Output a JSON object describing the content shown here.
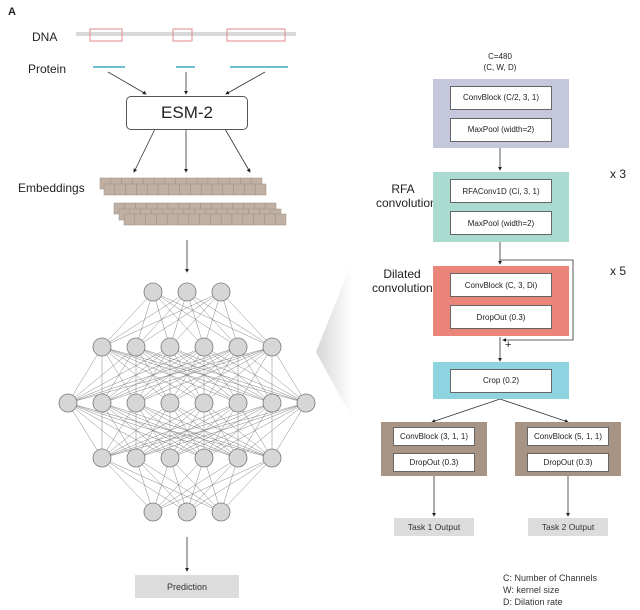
{
  "panel_label": "A",
  "left": {
    "dna_label": "DNA",
    "protein_label": "Protein",
    "esm_label": "ESM-2",
    "embeddings_label": "Embeddings",
    "prediction_label": "Prediction",
    "network_layers": [
      3,
      6,
      8,
      6,
      3
    ]
  },
  "right": {
    "channel_note": "C=480",
    "param_note": "(C, W, D)",
    "block1": {
      "items": [
        "ConvBlock (C/2, 3, 1)",
        "MaxPool (width=2)"
      ],
      "color": "#c5c8dc"
    },
    "block2": {
      "label": "RFA convolution",
      "repeat": "x 3",
      "items": [
        "RFAConv1D (Ci, 3, 1)",
        "MaxPool (width=2)"
      ],
      "color": "#a9dbd0"
    },
    "block3": {
      "label": "Dilated convolution",
      "repeat": "x 5",
      "items": [
        "ConvBlock (C, 3, Di)",
        "DropOut (0.3)"
      ],
      "color": "#ec8579",
      "residual_symbol": "+"
    },
    "crop": {
      "label": "Crop (0.2)",
      "color": "#8ed3e0"
    },
    "head1": {
      "items": [
        "ConvBlock (3, 1, 1)",
        "DropOut (0.3)"
      ],
      "output": "Task 1 Output",
      "color": "#a89484"
    },
    "head2": {
      "items": [
        "ConvBlock (5, 1, 1)",
        "DropOut (0.3)"
      ],
      "output": "Task 2 Output",
      "color": "#a89484"
    },
    "legend": [
      "C: Number of Channels",
      "W: kernel size",
      "D: Dilation rate"
    ]
  }
}
